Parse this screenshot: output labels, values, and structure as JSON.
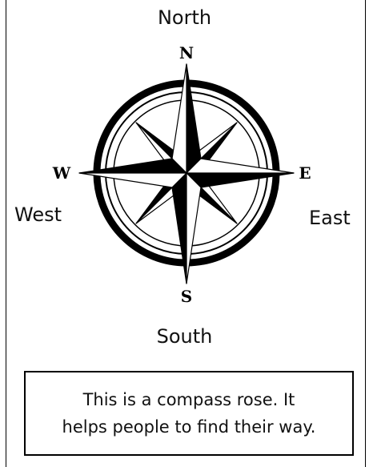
{
  "labels": {
    "north": "North",
    "south": "South",
    "west": "West",
    "east": "East"
  },
  "rose": {
    "n": "N",
    "s": "S",
    "w": "W",
    "e": "E"
  },
  "caption": {
    "line1": "This is a compass rose. It",
    "line2": "helps people to find their way."
  }
}
